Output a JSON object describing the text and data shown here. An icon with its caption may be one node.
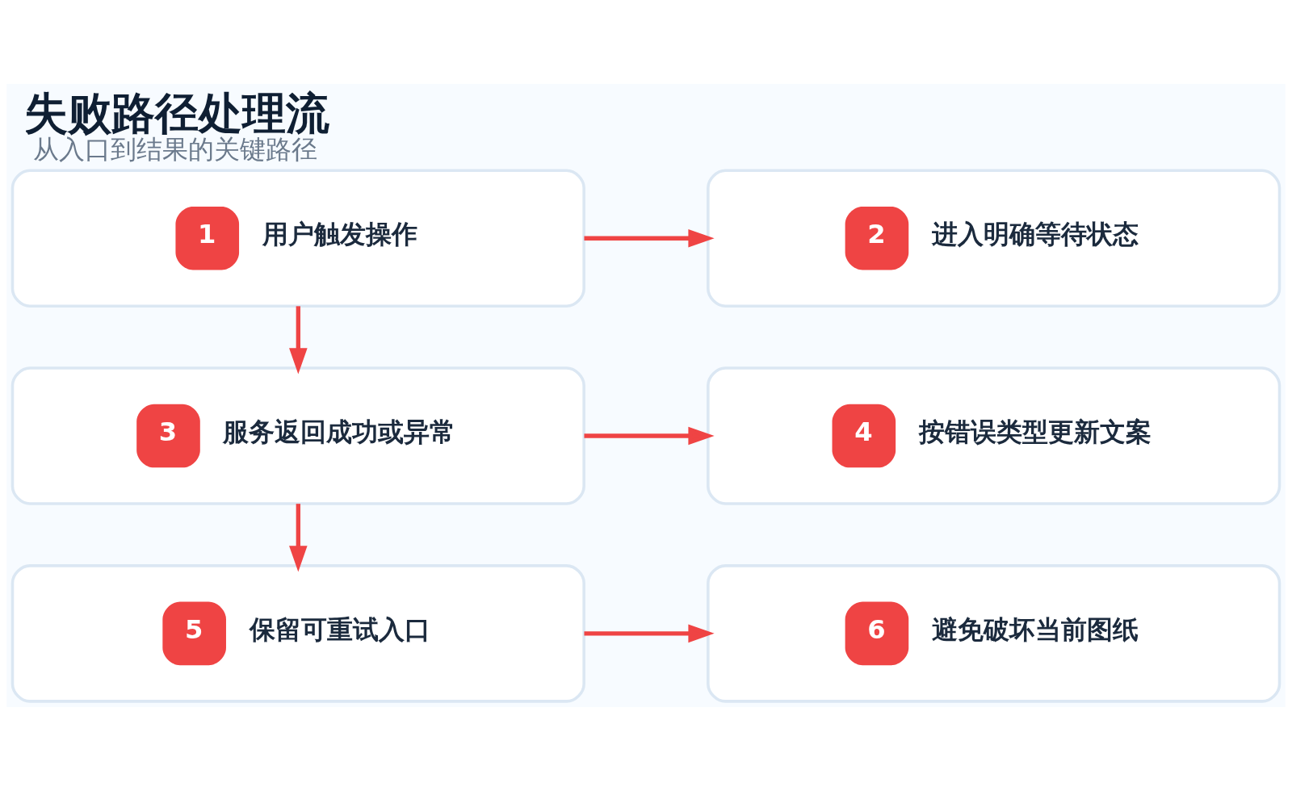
{
  "diagram": {
    "title": "失败路径处理流",
    "caption": "从入口到结果的关键路径",
    "nodes": [
      {
        "text": [
          "1",
          "用户触发操作"
        ]
      },
      {
        "text": [
          "2",
          "进入明确等待状态"
        ]
      },
      {
        "text": [
          "3",
          "服务返回成功或异常"
        ]
      },
      {
        "text": [
          "4",
          "按错误类型更新文案"
        ]
      },
      {
        "text": [
          "5",
          "保留可重试入口"
        ]
      },
      {
        "text": [
          "6",
          "避免破坏当前图纸"
        ]
      }
    ],
    "edges": [
      {
        "from": 0,
        "to": 1,
        "arrow": "to"
      },
      {
        "from": 0,
        "to": 2,
        "arrow": "to"
      },
      {
        "from": 2,
        "to": 3,
        "arrow": "to"
      },
      {
        "from": 2,
        "to": 4,
        "arrow": "to"
      },
      {
        "from": 4,
        "to": 5,
        "arrow": "to"
      }
    ]
  }
}
